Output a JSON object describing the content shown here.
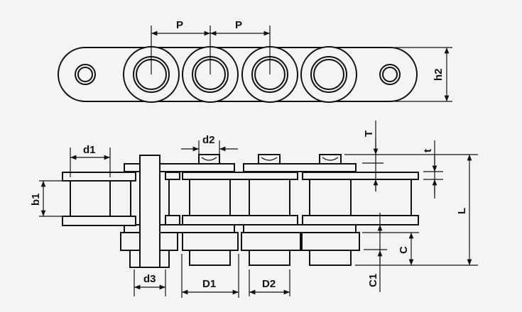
{
  "diagram": {
    "top_view": {
      "pitch_label_1": "P",
      "pitch_label_2": "P",
      "height_label": "h2"
    },
    "side_view": {
      "d1": "d1",
      "d2": "d2",
      "d3": "d3",
      "b1": "b1",
      "D1": "D1",
      "D2": "D2",
      "T": "T",
      "t": "t",
      "L": "L",
      "C": "C",
      "C1": "C1"
    },
    "colors": {
      "line": "#111111",
      "background": "#f4f4f4"
    }
  }
}
